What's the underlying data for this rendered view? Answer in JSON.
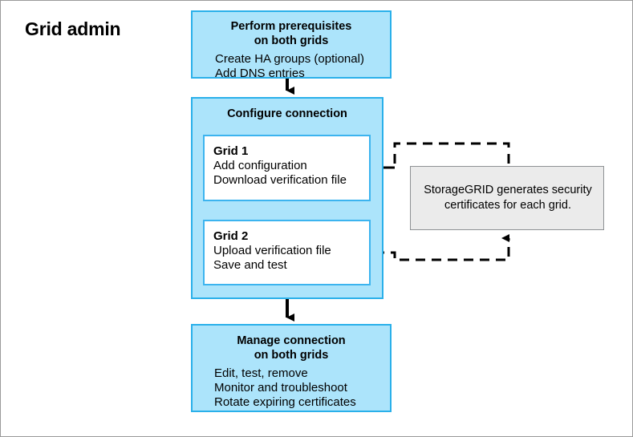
{
  "diagram": {
    "type": "flowchart",
    "lane_title": "Grid admin",
    "colors": {
      "box_fill": "#ace4fb",
      "box_border": "#2ab0ea",
      "inner_fill": "#ffffff",
      "inner_border": "#3cb4ef",
      "note_fill": "#ebebeb",
      "note_border": "#8e9194",
      "connector": "#000000",
      "page_border": "#9a9a9a"
    },
    "nodes": {
      "prerequisites": {
        "header_line1": "Perform prerequisites",
        "header_line2": "on both grids",
        "items": [
          "Create HA groups (optional)",
          "Add DNS entries"
        ]
      },
      "configure": {
        "header": "Configure connection",
        "grid1": {
          "label": "Grid 1",
          "items": [
            "Add configuration",
            "Download verification file"
          ]
        },
        "grid2": {
          "label": "Grid 2",
          "items": [
            "Upload verification file",
            "Save and test"
          ]
        }
      },
      "manage": {
        "header_line1": "Manage connection",
        "header_line2": "on both grids",
        "items": [
          "Edit, test, remove",
          "Monitor and troubleshoot",
          "Rotate expiring certificates"
        ]
      },
      "note": {
        "line1": "StorageGRID generates security",
        "line2": "certificates for each grid."
      }
    },
    "connectors": [
      {
        "name": "prerequisites-to-configure",
        "style": "solid",
        "arrow": "down"
      },
      {
        "name": "grid1-to-grid2",
        "style": "solid",
        "arrow": "down"
      },
      {
        "name": "configure-to-manage",
        "style": "solid",
        "arrow": "down"
      },
      {
        "name": "note-to-grid1",
        "style": "dashed",
        "arrow": "left"
      },
      {
        "name": "grid2-to-note",
        "style": "dashed",
        "arrow": "up"
      }
    ]
  }
}
